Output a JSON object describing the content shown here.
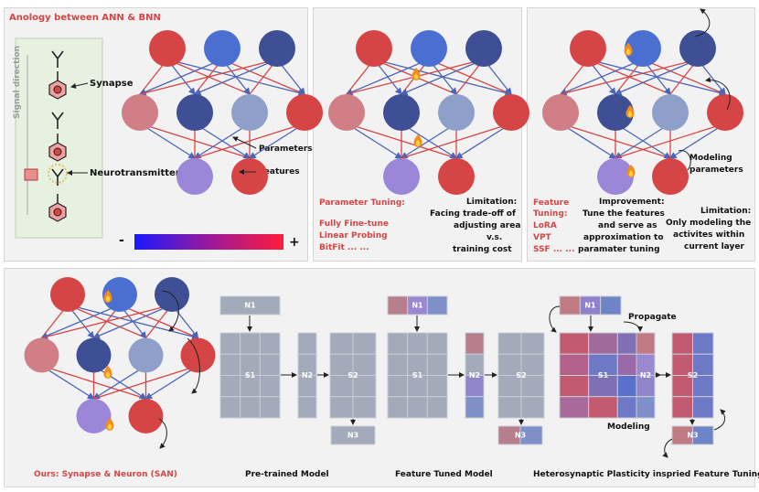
{
  "panel1": {
    "title": "Anology between ANN & BNN",
    "signal_direction": "Signal direction",
    "synapse": "Synapse",
    "neurotransmitter": "Neurotransmitter",
    "parameters": "Parameters",
    "features": "Features",
    "scale_minus": "-",
    "scale_plus": "+"
  },
  "panel2": {
    "method_title": "Parameter Tuning:",
    "methods": [
      "Fully Fine-tune",
      "Linear Probing",
      "BitFit ... ..."
    ],
    "limitation": [
      "Limitation:",
      "Facing trade-off of",
      "adjusting area",
      "v.s.",
      "training cost"
    ]
  },
  "panel3": {
    "method_title": "Feature Tuning:",
    "methods": [
      "LoRA",
      "VPT",
      "SSF ... ..."
    ],
    "improvement": [
      "Improvement:",
      "Tune the features",
      "and serve as",
      "approximation to",
      "paramater tuning"
    ],
    "modeling": [
      "Modeling",
      "parameters"
    ],
    "limitation": [
      "Limitation:",
      "Only modeling the",
      "activites within",
      "current layer"
    ]
  },
  "bottom": {
    "ours": "Ours: Synapse & Neuron (SAN)",
    "pretrained": "Pre-trained Model",
    "feature_tuned": "Feature Tuned Model",
    "hetero": "Heterosynaptic Plasticity inspried Feature Tuning",
    "propagate": "Propagate",
    "modeling": "Modeling",
    "labels": {
      "n1": "N1",
      "s1": "S1",
      "n2": "N2",
      "s2": "S2",
      "n3": "N3"
    }
  },
  "colors": {
    "red_node": "#d64545",
    "blue_node": "#4a6fd1",
    "navy_node": "#3e4f96",
    "pink_node": "#d07f86",
    "lavender_node": "#9b86d8",
    "steel_node": "#8e9fca",
    "gray_block": "#a3abba",
    "title_red": "#d64545"
  }
}
